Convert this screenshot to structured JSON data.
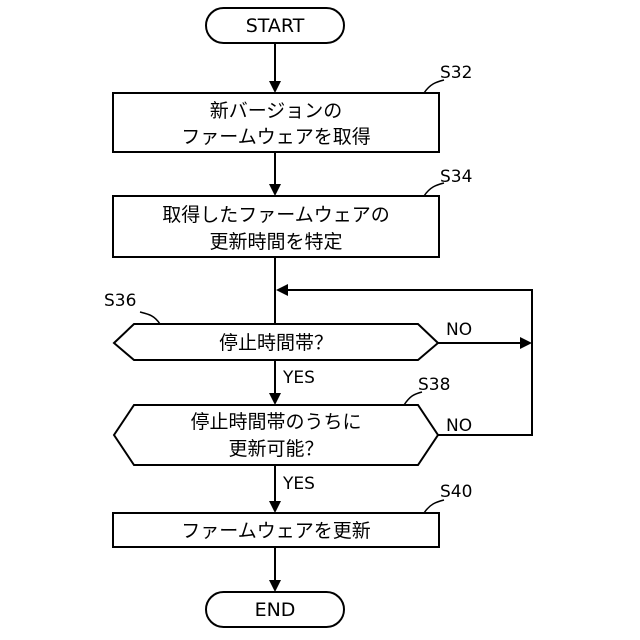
{
  "nodes": {
    "start": {
      "label": "START"
    },
    "s32": {
      "step": "S32",
      "line1": "新バージョンの",
      "line2": "ファームウェアを取得"
    },
    "s34": {
      "step": "S34",
      "line1": "取得したファームウェアの",
      "line2": "更新時間を特定"
    },
    "s36": {
      "step": "S36",
      "line1": "停止時間帯？"
    },
    "s38": {
      "step": "S38",
      "line1": "停止時間帯のうちに",
      "line2": "更新可能？"
    },
    "s40": {
      "step": "S40",
      "line1": "ファームウェアを更新"
    },
    "end": {
      "label": "END"
    }
  },
  "edges": {
    "s36_yes": "YES",
    "s36_no": "NO",
    "s38_yes": "YES",
    "s38_no": "NO"
  }
}
